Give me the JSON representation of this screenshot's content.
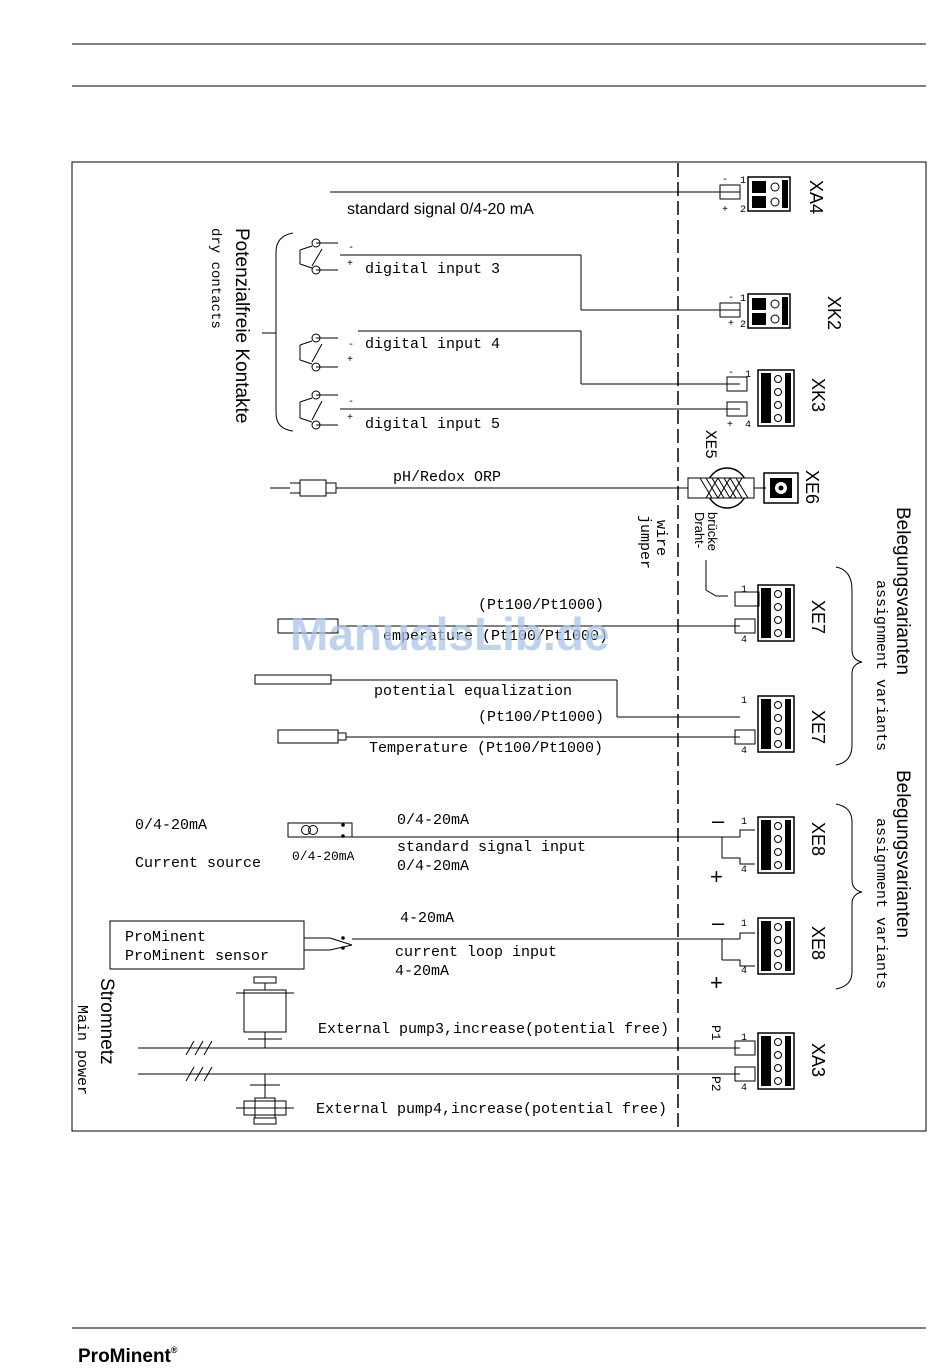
{
  "labels": {
    "xa4": "XA4",
    "xk2": "XK2",
    "xk3": "XK3",
    "xe5": "XE5",
    "xe6": "XE6",
    "xe7a": "XE7",
    "xe7b": "XE7",
    "xe8a": "XE8",
    "xe8b": "XE8",
    "xa3": "XA3",
    "standard_signal": "standard signal 0/4-20 mA",
    "digital_input_3": "digital input 3",
    "digital_input_4": "digital input 4",
    "digital_input_5": "digital input 5",
    "potenzialfreie": "Potenzialfreie Kontakte",
    "dry_contacts": "dry contacts",
    "ph_redox": "pH/Redox ORP",
    "draht": "Draht-",
    "bruecke": "brücke",
    "wire": "wire",
    "jumper": "jumper",
    "pt100_a": "(Pt100/Pt1000)",
    "temperature_a": "emperature (Pt100/Pt1000)",
    "potential_eq": "potential equalization",
    "pt100_b": "(Pt100/Pt1000)",
    "temperature_b": "Temperature (Pt100/Pt1000)",
    "belegung_1": "Belegungsvarianten",
    "assignment_1": "assignment variants",
    "belegung_2": "Belegungsvarianten",
    "assignment_2": "assignment variants",
    "current_0420": "0/4-20mA",
    "current_source": "Current source",
    "source_small": "0/4-20mA",
    "sig_0420_top": "0/4-20mA",
    "std_signal_input": "standard signal input",
    "sig_0420_bottom": "0/4-20mA",
    "prominent_1": "ProMinent",
    "prominent_sensor": "ProMinent sensor",
    "loop_420_top": "4-20mA",
    "current_loop": "current loop input",
    "loop_420_bottom": "4-20mA",
    "stromnetz": "Stromnetz",
    "main_power": "Main power",
    "pump3": "External pump3,increase(potential free)",
    "pump4": "External pump4,increase(potential free)",
    "p1": "P1",
    "p2": "P2",
    "minus": "-",
    "plus": "+",
    "pin1": "1",
    "pin2": "2",
    "pin4": "4",
    "big_minus": "–",
    "big_plus": "+"
  },
  "watermark": "ManualsLib.de",
  "footer": {
    "brand": "ProMinent",
    "registered": "®"
  }
}
